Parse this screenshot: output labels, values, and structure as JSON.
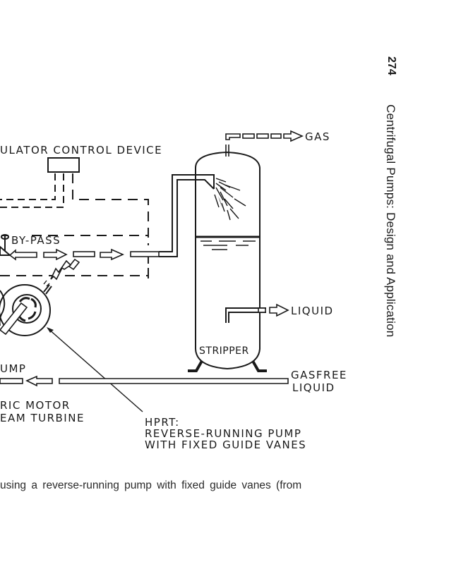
{
  "page": {
    "number": "274",
    "running_head": "Centrifugal Pumps: Design and Application",
    "caption_fragment": "using a reverse-running pump with fixed guide vanes (from"
  },
  "diagram": {
    "labels": {
      "control_device": "ULATOR CONTROL DEVICE",
      "bypass": "BY-PASS",
      "gas": "GAS",
      "liquid_out": "LIQUID",
      "stripper": "STRIPPER",
      "gasfree_line1": "GASFREE",
      "gasfree_line2": "LIQUID",
      "pump": "UMP",
      "motor_line1": "RIC MOTOR",
      "motor_line2": "EAM TURBINE",
      "hprt_line1": "HPRT:",
      "hprt_line2": "REVERSE-RUNNING PUMP",
      "hprt_line3": "WITH FIXED GUIDE VANES"
    },
    "components": [
      "control-device",
      "bypass-valve",
      "hprt-pump",
      "stripper-vessel",
      "gas-outlet",
      "liquid-outlet",
      "gasfree-liquid-line"
    ],
    "colors": {
      "ink": "#1a1a1a",
      "paper": "#ffffff"
    }
  }
}
